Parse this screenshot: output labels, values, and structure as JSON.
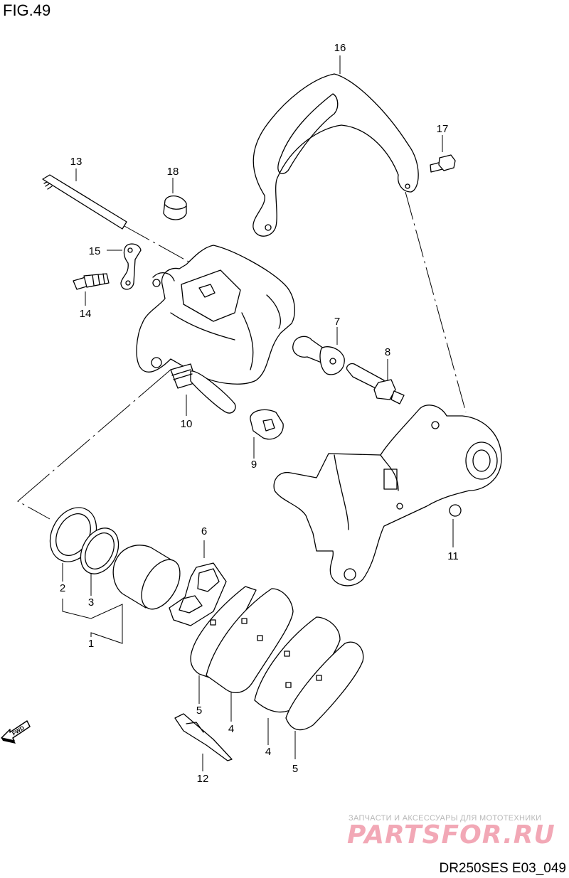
{
  "figure": {
    "title": "FIG.49",
    "code": "DR250SES E03_049"
  },
  "direction_badge": {
    "label": "FWD"
  },
  "watermark": {
    "tagline": "ЗАПЧАСТИ И АКСЕССУАРЫ ДЛЯ МОТОТЕХНИКИ",
    "brand": "PARTSFOR.RU"
  },
  "callouts": [
    "1",
    "2",
    "3",
    "4",
    "4",
    "5",
    "5",
    "6",
    "7",
    "8",
    "9",
    "10",
    "11",
    "12",
    "13",
    "14",
    "15",
    "16",
    "17",
    "18"
  ],
  "colors": {
    "line": "#000000",
    "watermark_brand": "#f2a8b6",
    "watermark_tagline": "#b8b8b8"
  }
}
